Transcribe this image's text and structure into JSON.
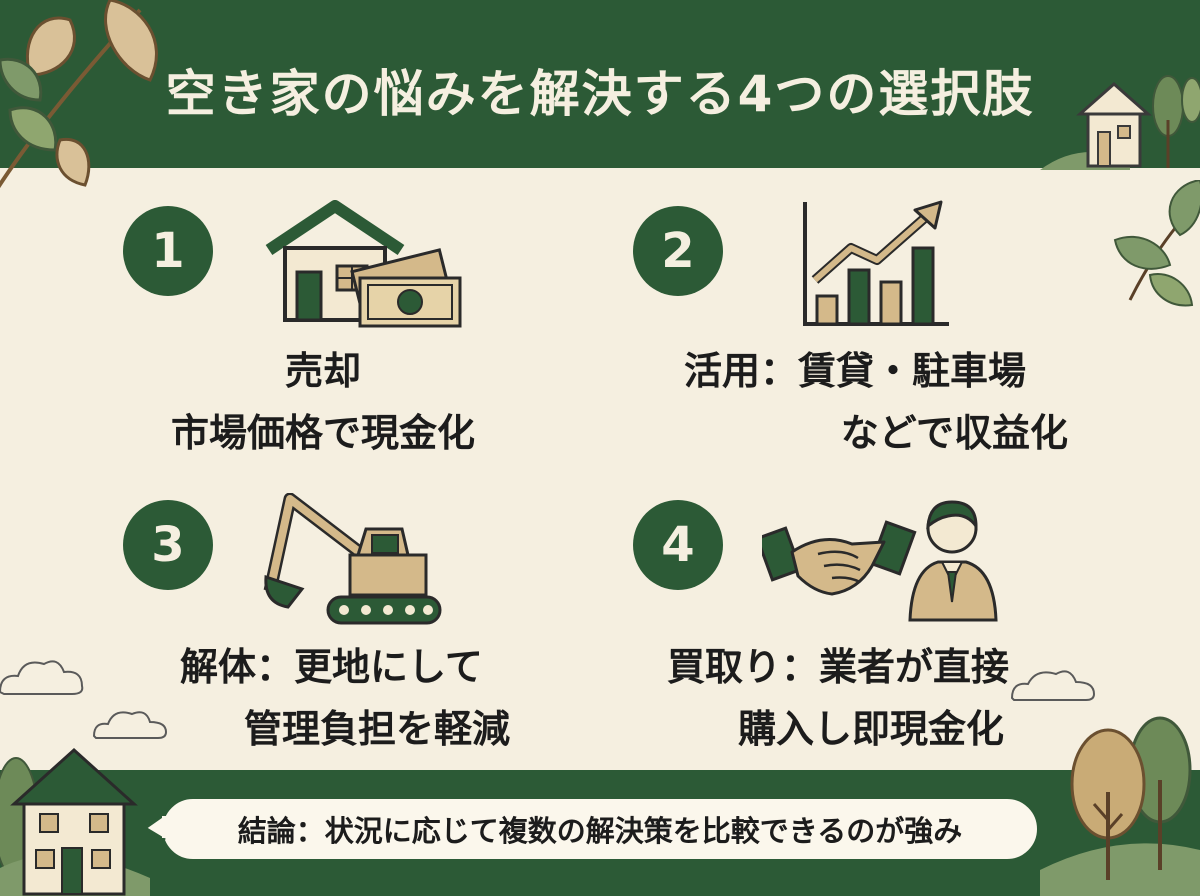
{
  "title": "空き家の悩みを解決する4つの選択肢",
  "options": [
    {
      "number": "1",
      "line1": "売却",
      "line2": "市場価格で現金化",
      "icon": "house-money-icon"
    },
    {
      "number": "2",
      "line1": "活用：賃貸・駐車場",
      "line2": "などで収益化",
      "icon": "growth-chart-icon"
    },
    {
      "number": "3",
      "line1": "解体：更地にして",
      "line2": "管理負担を軽減",
      "icon": "excavator-icon"
    },
    {
      "number": "4",
      "line1": "買取り：業者が直接",
      "line2": "購入し即現金化",
      "icon": "handshake-businessman-icon"
    }
  ],
  "conclusion": "結論：状況に応じて複数の解決策を比較できるのが強み",
  "colors": {
    "primary": "#2c5a36",
    "background": "#f5efe0",
    "accent": "#d4b98a"
  }
}
